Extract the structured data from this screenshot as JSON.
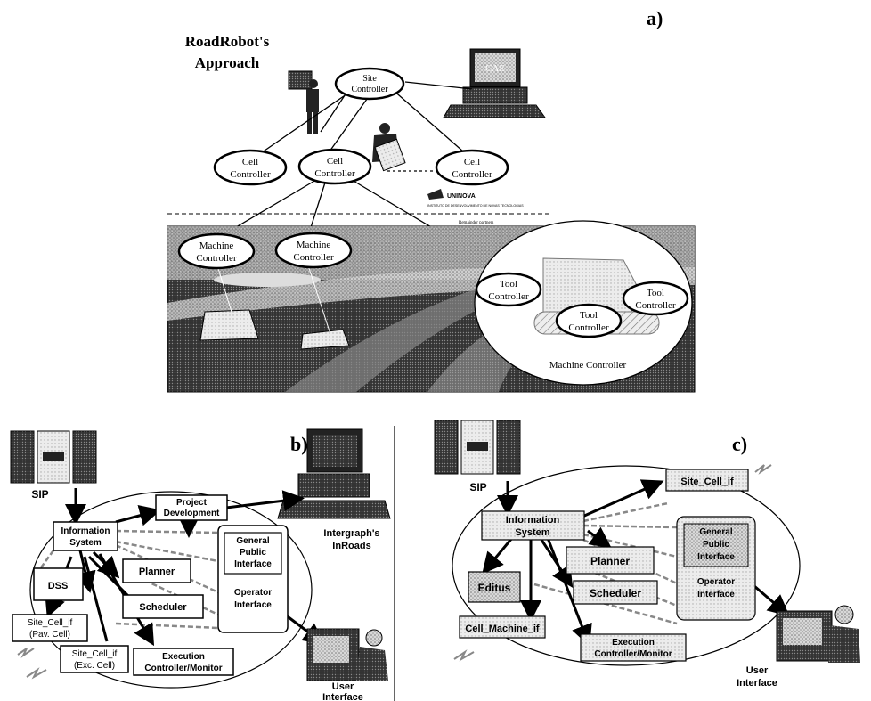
{
  "panel_a": {
    "label": "a)",
    "title_line1": "RoadRobot's",
    "title_line2": "Approach",
    "monitor_text": "CAE",
    "site_controller": [
      "Site",
      "Controller"
    ],
    "cell_controller": [
      "Cell",
      "Controller"
    ],
    "machine_controller": [
      "Machine",
      "Controller"
    ],
    "tool_controller": [
      "Tool",
      "Controller"
    ],
    "machine_controller_caption": "Machine Controller",
    "uninova": "UNINOVA",
    "uninova_sub": "INSTITUTO DE DESENVOLVIMENTO DE NOVAS TECNOLOGIAS",
    "partners": "Remainder partners"
  },
  "panel_b": {
    "label": "b)",
    "sip": "SIP",
    "project_development": [
      "Project",
      "Development"
    ],
    "information_system": [
      "Information",
      "System"
    ],
    "general_public_interface": [
      "General",
      "Public",
      "Interface"
    ],
    "dss": "DSS",
    "planner": "Planner",
    "operator_interface": [
      "Operator",
      "Interface"
    ],
    "scheduler": "Scheduler",
    "site_cell_pav": [
      "Site_Cell_if",
      "(Pav. Cell)"
    ],
    "site_cell_exc": [
      "Site_Cell_if",
      "(Exc. Cell)"
    ],
    "execution_controller": [
      "Execution",
      "Controller/Monitor"
    ],
    "intergraph": [
      "Intergraph's",
      "InRoads"
    ],
    "user_interface": [
      "User",
      "Interface"
    ]
  },
  "panel_c": {
    "label": "c)",
    "sip": "SIP",
    "site_cell_if": "Site_Cell_if",
    "information_system": [
      "Information",
      "System"
    ],
    "general_public_interface": [
      "General",
      "Public",
      "Interface"
    ],
    "planner": "Planner",
    "editus": "Editus",
    "scheduler": "Scheduler",
    "operator_interface": [
      "Operator",
      "Interface"
    ],
    "cell_machine_if": "Cell_Machine_if",
    "execution_controller": [
      "Execution",
      "Controller/Monitor"
    ],
    "user_interface": [
      "User",
      "Interface"
    ]
  }
}
